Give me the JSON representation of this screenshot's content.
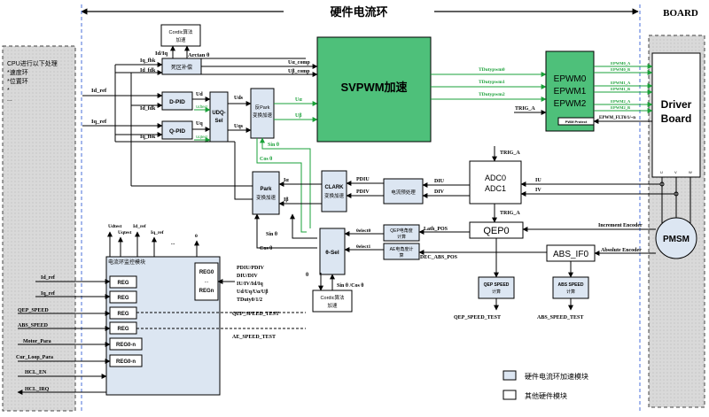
{
  "header": {
    "title": "硬件电流环",
    "board": "BOARD"
  },
  "cpu": {
    "lines": [
      "CPU进行以下处理",
      "*速度环",
      "*位置环",
      "*",
      "..."
    ]
  },
  "blocks": {
    "cordic_top": [
      "Cordic算法",
      "加速"
    ],
    "deadzone": "死区补偿",
    "dpid": "D-PID",
    "qpid": "Q-PID",
    "udq_sel": [
      "UDQ-",
      "Sel"
    ],
    "inv_park": [
      "反Park",
      "变换加速"
    ],
    "svpwm": "SVPWM加速",
    "epwm": [
      "EPWM0",
      "EPWM1",
      "EPWM2"
    ],
    "pwm_protect": "PWM Protect",
    "driver_board": [
      "Driver",
      "Board"
    ],
    "park": [
      "Park",
      "变换加速"
    ],
    "clark": [
      "CLARK",
      "变换加速"
    ],
    "current_pre": "电流预处理",
    "adc": [
      "ADC0",
      "ADC1"
    ],
    "qep0": "QEP0",
    "abs_if0": "ABS_IF0",
    "theta_sel": "θ-Sel",
    "qep_angle": [
      "QEP电角度",
      "计算"
    ],
    "ae_angle": [
      "AE电角度计",
      "算"
    ],
    "qep_speed": [
      "QEP SPEED",
      "计算"
    ],
    "abs_speed": [
      "ABS SPEED",
      "计算"
    ],
    "cordic_bottom": [
      "Cordic算法",
      "加速"
    ],
    "monitor_title": "电流环监控模块",
    "reg": "REG",
    "reg0n": "REG0-n",
    "reg0_group": [
      "REG0",
      "...",
      "REGn"
    ],
    "pmsm": "PMSM"
  },
  "labels": {
    "id_iq": "Id/Iq",
    "arctan": "Arctan θ",
    "iq_fdk_top": "Iq_fbk",
    "id_fdk_top": "Id_fdk",
    "ud_comp": "Uα_comp",
    "ub_comp": "Uβ_comp",
    "id_ref": "Id_ref",
    "iq_ref": "Iq_ref",
    "id_fdk_pid": "Id_fdk",
    "iq_fdk_pid": "Iq_fbk",
    "ud": "Ud",
    "uq": "Uq",
    "ud_test": "Udtest",
    "uq_test": "Uqtest",
    "ud_s": "Uds",
    "uq_s": "Uqs",
    "ua": "Uα",
    "ub": "Uβ",
    "sin_top": "Sin θ",
    "cos_top": "Cos θ",
    "tduty0": "TDutypwm0",
    "tduty1": "TDutypwm1",
    "tduty2": "TDutypwm2",
    "trig_a_epwm": "TRIG_A",
    "epwm_out": [
      "EPWM0_A",
      "EPWM0_B",
      "EPWM1_A",
      "EPWM1_B",
      "EPWM2_A",
      "EPWM2_B"
    ],
    "epwm_flt": "EPWM_FLT0/1/~n",
    "trig_a_adc": "TRIG_A",
    "trig_a_qep": "TRIG_A",
    "ialpha": "Iα",
    "ibeta": "Iβ",
    "pdiu": "PDIU",
    "pdiv": "PDIV",
    "diu": "DIU",
    "div": "DIV",
    "iu": "IU",
    "iv": "IV",
    "sin_park": "Sin θ",
    "cos_park": "Cos θ",
    "elec0": "θelect0",
    "elec1": "θelect1",
    "lath_pos": "Lath_POS",
    "dec_abs_pos": "DEC_ABS_POS",
    "inc_enc": "Increment Encoder",
    "abs_enc": "Absolute Encoder",
    "sin_cos_bottom": "Sin θ /Cos θ",
    "theta_out": "θ",
    "qep_speed_test": "QEP_SPEED_TEST",
    "abs_speed_test": "ABS_SPEED_TEST",
    "mon_top": [
      "Udtest",
      "Uqtest",
      "Id_ref",
      "Iq_ref",
      "...",
      "θ"
    ],
    "mon_regs_text": [
      "PDIU/PDIV",
      "DIU/DIV",
      "IU/IV/Id/Iq",
      "Ud/Uq/Uα/Uβ",
      "TDuty0/1/2"
    ],
    "qep_speed_test_mon": "QEP_SPEED_TEST",
    "ae_speed_test_mon": "AE_SPEED_TEST",
    "mon_inputs": [
      "Id_ref",
      "Iq_ref",
      "QEP_SPEED",
      "ABS_SPEED",
      "Motor_Para",
      "Cur_Loop_Para",
      "HCL_EN",
      "HCL_IRQ"
    ],
    "pmsm_phases": [
      "U",
      "V",
      "W"
    ]
  },
  "legend": {
    "hw": "硬件电流环加速模块",
    "other": "其他硬件模块"
  },
  "colors": {
    "accel_fill": "#dce6f2",
    "svpwm_fill": "#4ec07a",
    "green_line": "#1aa038",
    "black": "#000000",
    "board_bg": "#d9d9d9"
  }
}
